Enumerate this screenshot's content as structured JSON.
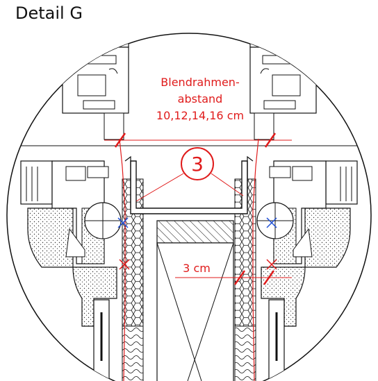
{
  "detail": {
    "title": "Detail G"
  },
  "annotations": {
    "gap_label_line1": "Blendrahmen-",
    "gap_label_line2": "abstand",
    "gap_label_line3": "10,12,14,16 cm",
    "offset_label": "3 cm",
    "callout_number": "3"
  },
  "colors": {
    "annotation": "#e01b1b",
    "sealant": "#1f4fd6",
    "line": "#111111",
    "background": "#ffffff"
  }
}
